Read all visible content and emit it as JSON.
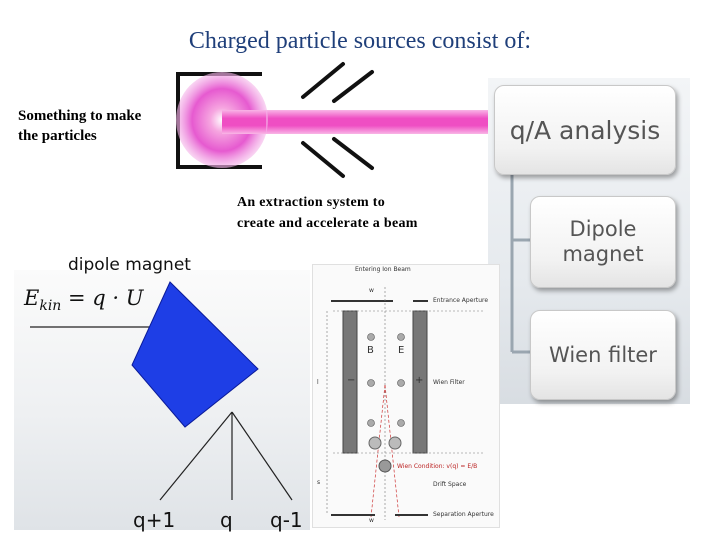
{
  "title": "Charged particle sources consist of:",
  "source": {
    "label_line1": "Something to make",
    "label_line2": "the particles"
  },
  "extraction": {
    "label_line1": "An extraction system to",
    "label_line2": "create and accelerate a beam"
  },
  "tree": {
    "root": "q/A analysis",
    "child1_line1": "Dipole",
    "child1_line2": "magnet",
    "child2": "Wien filter"
  },
  "magnet": {
    "label": "dipole magnet",
    "formula": "E_kin = q · U",
    "formula_lhs": "E",
    "formula_sub": "kin",
    "formula_rhs": " = q · U",
    "beams": [
      "q+1",
      "q",
      "q-1"
    ]
  },
  "wien_figure": {
    "top_label": "Entering Ion Beam",
    "entrance": "Entrance Aperture",
    "filter": "Wien Filter",
    "b_field": "B",
    "e_field": "E",
    "minus": "−",
    "plus": "+",
    "condition": "Wien Condition: v(q) = E/B",
    "drift": "Drift Space",
    "separation": "Separation Aperture",
    "w_top": "w",
    "w_bottom": "w",
    "l": "l",
    "s": "s"
  },
  "colors": {
    "beam": "#f05ac8",
    "magnet": "#1e3ee6",
    "title": "#1f3f7a"
  }
}
